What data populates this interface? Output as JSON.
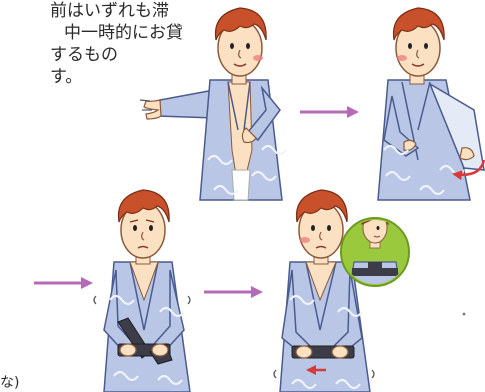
{
  "caption": {
    "lines": [
      "前はいずれも滞",
      "中一時的にお貸",
      "するもの",
      "す。"
    ]
  },
  "footer_fragment": "な)",
  "colors": {
    "yukata": "#b9c6e6",
    "yukata_pattern": "#e8eefb",
    "yukata_outline": "#4a5b8e",
    "skin": "#fbe1c2",
    "hair": "#c8502a",
    "arrow": "#b46ab4",
    "inset_bg": "#9bc93d",
    "obi": "#3d3d4a",
    "red_arrow": "#d83a3a"
  }
}
